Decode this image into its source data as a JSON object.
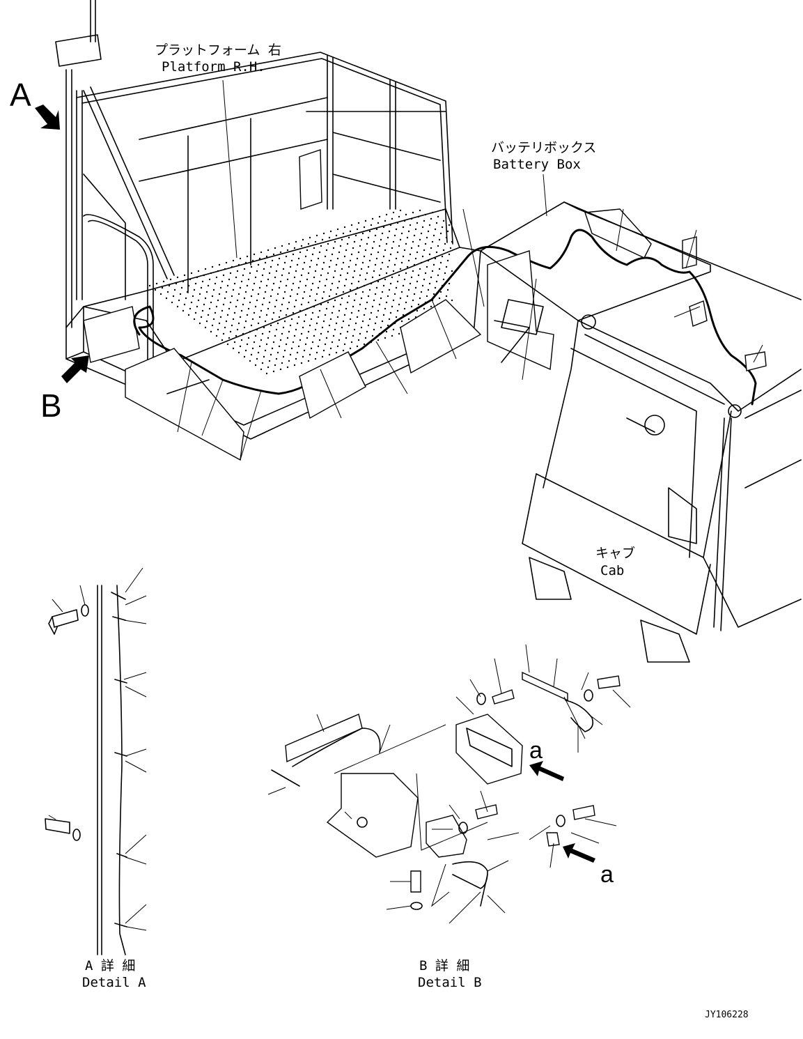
{
  "labels": {
    "platform_jp": "プラットフォーム 右",
    "platform_en": "Platform R.H.",
    "battery_jp": "バッテリボックス",
    "battery_en": "Battery Box",
    "cab_jp": "キャブ",
    "cab_en": "Cab",
    "view_a": "A",
    "view_b": "B",
    "detail_a_jp": "A 詳 細",
    "detail_a_en": "Detail A",
    "detail_b_jp": "B 詳 細",
    "detail_b_en": "Detail B",
    "arrow_a1": "a",
    "arrow_a2": "a",
    "drawing_no": "JY106228"
  }
}
